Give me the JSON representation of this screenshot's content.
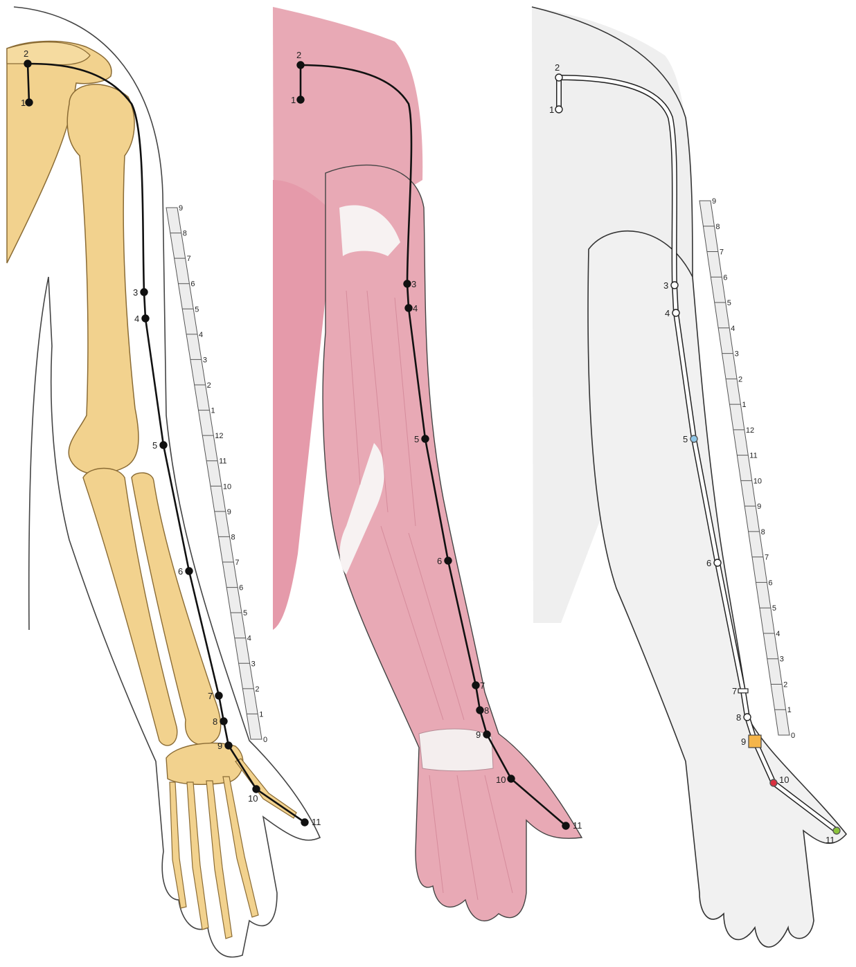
{
  "panels": [
    {
      "id": "skeleton",
      "view": "bones"
    },
    {
      "id": "muscle",
      "view": "muscles"
    },
    {
      "id": "surface",
      "view": "skin"
    }
  ],
  "points": [
    "1",
    "2",
    "3",
    "4",
    "5",
    "6",
    "7",
    "8",
    "9",
    "10",
    "11"
  ],
  "scale": {
    "upper_arm": [
      "9",
      "8",
      "7",
      "6",
      "5",
      "4",
      "3",
      "2",
      "1"
    ],
    "forearm": [
      "12",
      "11",
      "10",
      "9",
      "8",
      "7",
      "6",
      "5",
      "4",
      "3",
      "2",
      "1",
      "0"
    ]
  },
  "colors": {
    "bone": "#f2d28e",
    "bone_outline": "#8a6b34",
    "muscle": "#e6a3b0",
    "muscle_dark": "#c9788a",
    "tendon": "#f7f2f2",
    "skin": "#f1f1f1",
    "meridian_line": "#111111",
    "point5": "#8fc7e8",
    "point9": "#f5b54a",
    "point10": "#d93040",
    "point11": "#8cc43c"
  }
}
